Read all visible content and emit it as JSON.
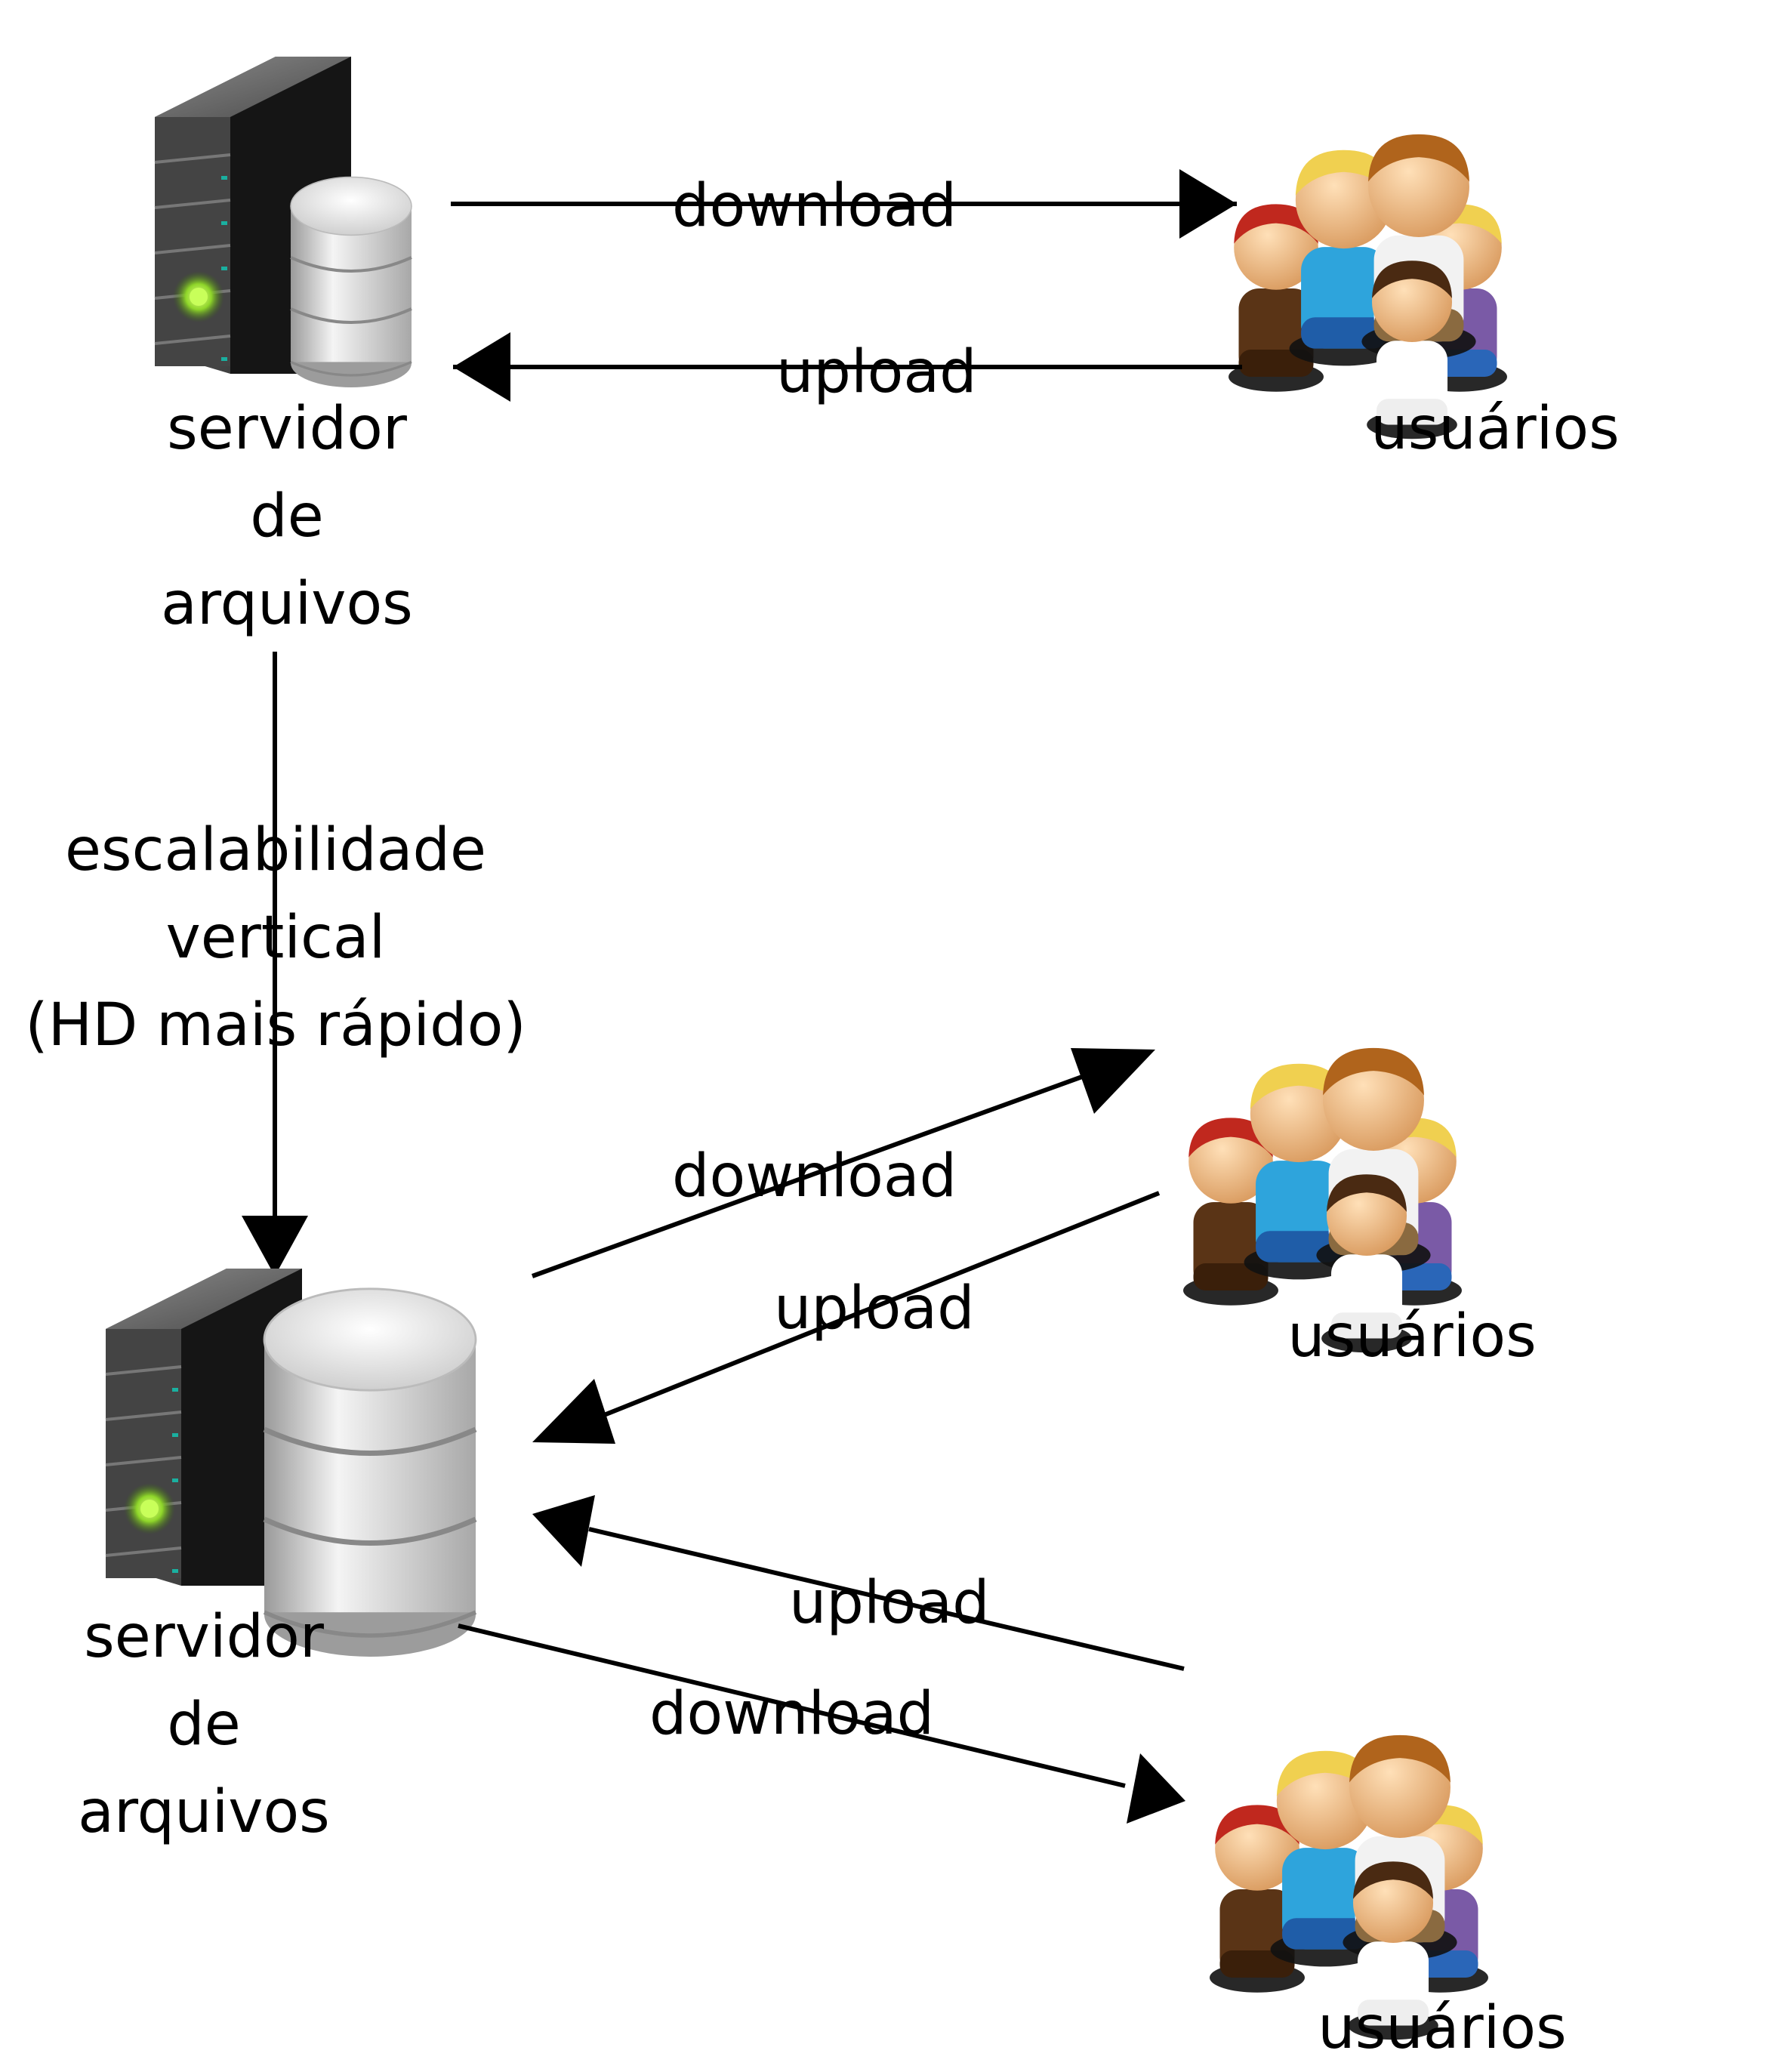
{
  "top_server": {
    "lines": [
      "servidor",
      "de",
      "arquivos"
    ]
  },
  "top_users": {
    "label": "usuários"
  },
  "top_links": {
    "download": "download",
    "upload": "upload"
  },
  "scaling": {
    "lines": [
      "escalabilidade",
      "vertical",
      "(HD mais rápido)"
    ]
  },
  "bottom_server": {
    "lines": [
      "servidor",
      "de",
      "arquivos"
    ]
  },
  "mid_users": {
    "label": "usuários"
  },
  "mid_links": {
    "download": "download",
    "upload": "upload"
  },
  "low_users": {
    "label": "usuários"
  },
  "low_links": {
    "upload": "upload",
    "download": "download"
  },
  "colors": {
    "server_dark": "#2b2b2b",
    "server_light": "#6e6e6e",
    "disk": "#dcdcdc",
    "led": "#9be33a",
    "skin": "#f2c090",
    "hair_blond": "#f0d050",
    "hair_red": "#c0281e",
    "hair_brown": "#9a5a1e",
    "shirt_blue": "#2ea4dc",
    "shirt_white": "#f2f2f2",
    "shirt_purple": "#7a5aa6",
    "jacket_brown": "#5a3416"
  }
}
